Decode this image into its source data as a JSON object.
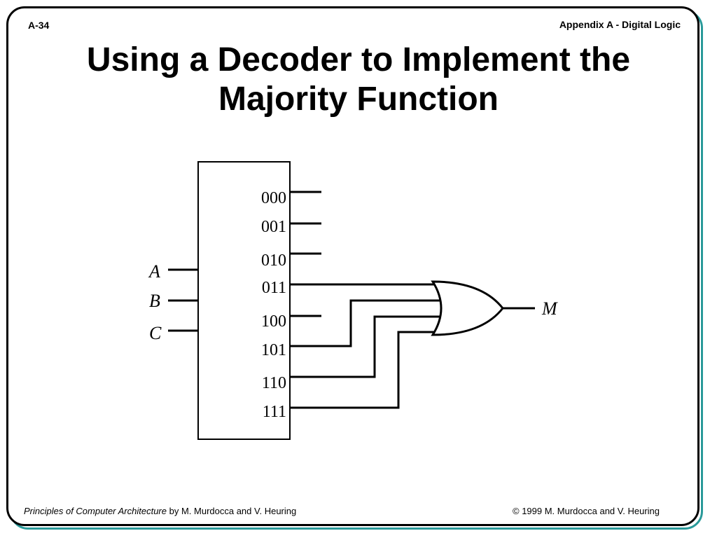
{
  "header": {
    "page_number": "A-34",
    "section": "Appendix A - Digital Logic"
  },
  "title": {
    "line1": "Using a Decoder to Implement the",
    "line2": "Majority Function"
  },
  "diagram": {
    "inputs": [
      "A",
      "B",
      "C"
    ],
    "decoder_outputs": [
      "000",
      "001",
      "010",
      "011",
      "100",
      "101",
      "110",
      "111"
    ],
    "gate_output": "M"
  },
  "footer": {
    "book_title": "Principles of Computer Architecture",
    "authors": " by M. Murdocca and V. Heuring",
    "copyright": "© 1999 M. Murdocca and V. Heuring"
  },
  "colors": {
    "frame": "#000000",
    "frame_shadow": "#2a9a9a"
  }
}
